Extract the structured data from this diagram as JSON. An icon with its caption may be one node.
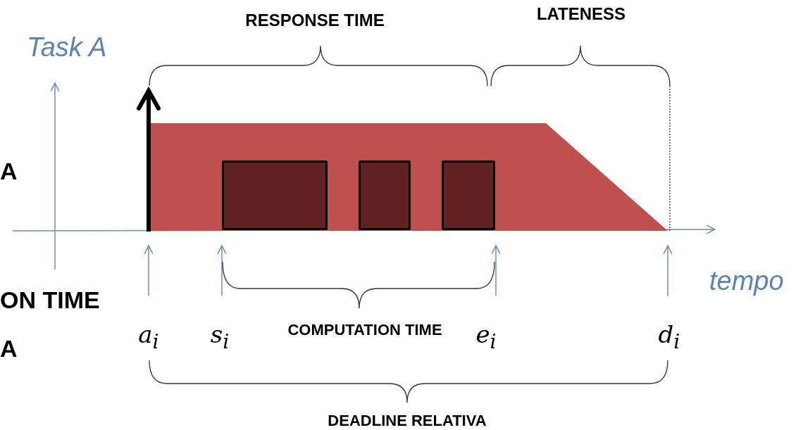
{
  "diagram": {
    "nodes": [
      {
        "text": [],
        "shape": "trapezoid"
      },
      {
        "text": [],
        "shape": "box",
        "in": 0
      },
      {
        "text": [],
        "shape": "box",
        "in": 0
      },
      {
        "text": [],
        "shape": "box",
        "in": 0
      }
    ],
    "labels": [
      "LATENESS",
      "RESPONSE TIME",
      "Task A",
      "A",
      "tempo",
      "ON TIME",
      "a$_{i}$",
      "s$_{i}$",
      "COMPUTATION TIME",
      "e$_{i}$",
      "d$_{i}$",
      "A",
      "DEADLINE RELATIVA"
    ]
  }
}
